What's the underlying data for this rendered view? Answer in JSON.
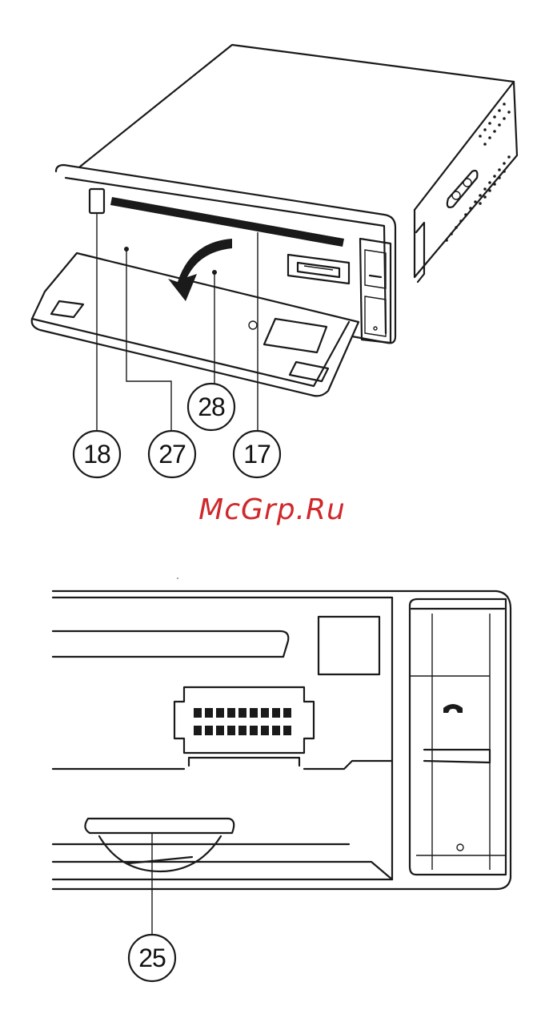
{
  "watermark": {
    "text": "McGrp.Ru",
    "color": "#d0282b"
  },
  "figure_top": {
    "callouts": [
      {
        "label": "18"
      },
      {
        "label": "27"
      },
      {
        "label": "28"
      },
      {
        "label": "17"
      }
    ]
  },
  "figure_bottom": {
    "callouts": [
      {
        "label": "25"
      }
    ]
  },
  "colors": {
    "line": "#1a1a1a",
    "background": "#ffffff"
  }
}
